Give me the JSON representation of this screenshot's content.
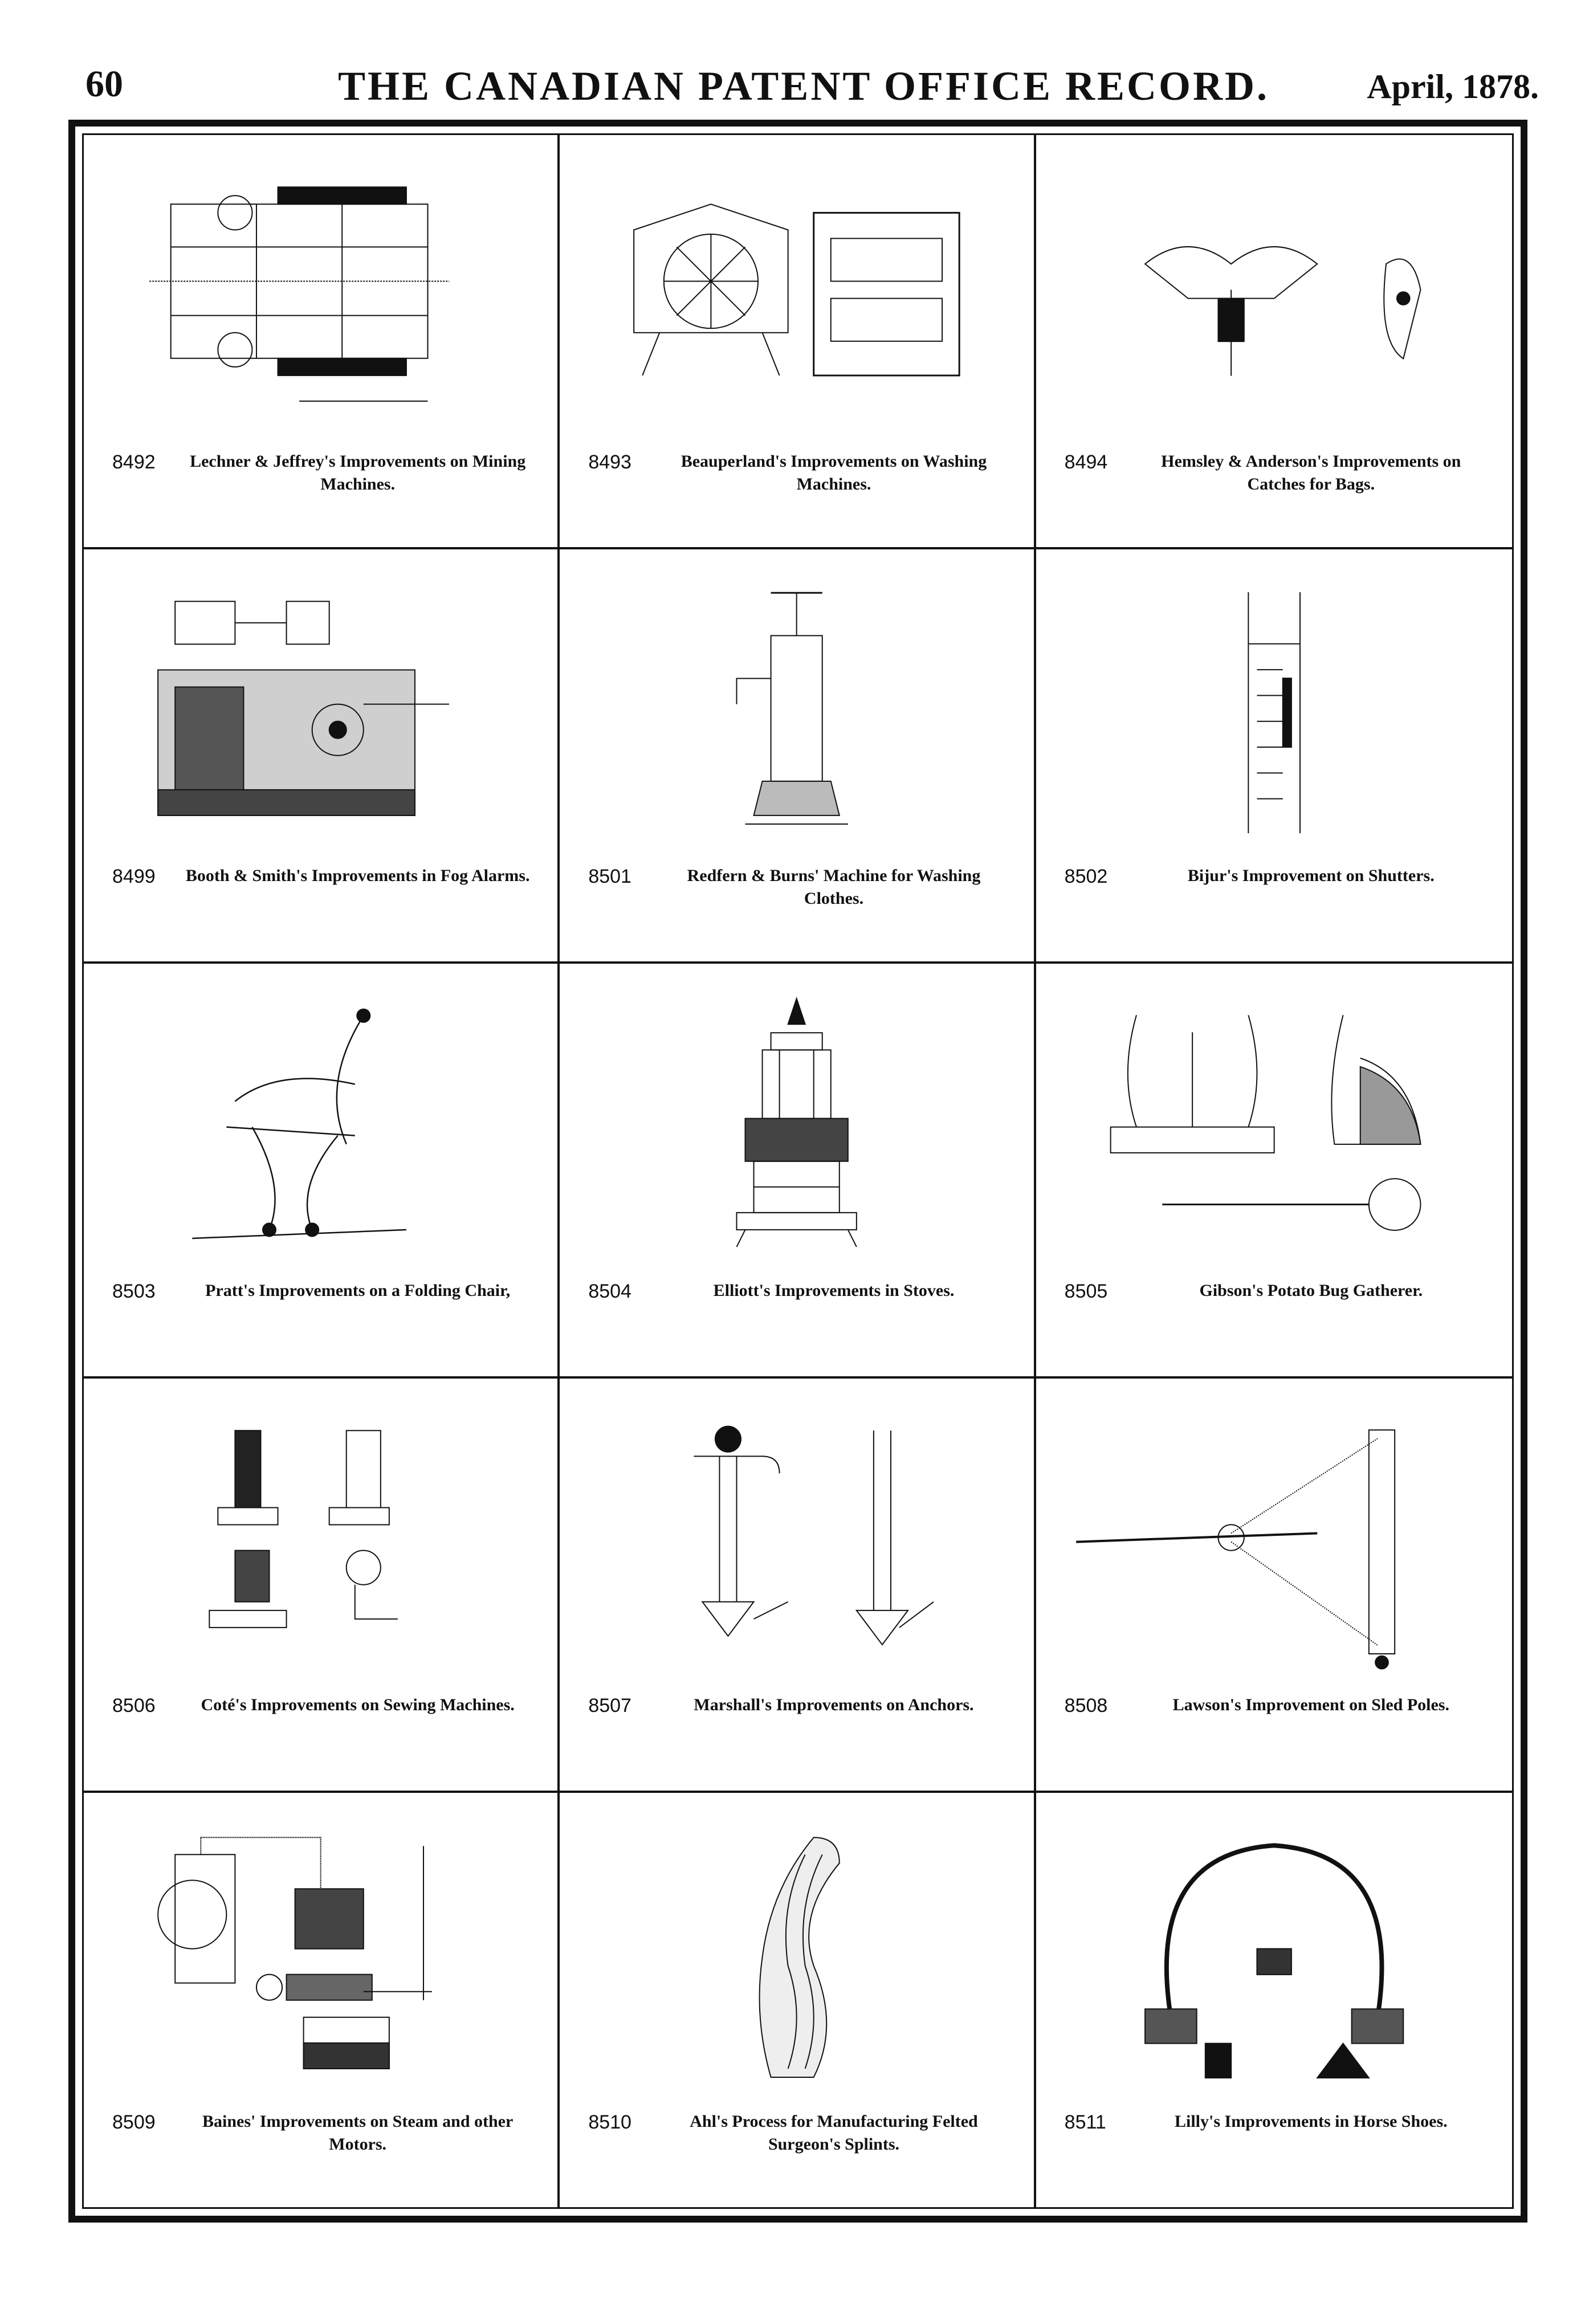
{
  "header": {
    "page_number": "60",
    "title": "THE CANADIAN PATENT OFFICE RECORD.",
    "date": "April, 1878."
  },
  "patents": [
    {
      "number": "8492",
      "title": "Lechner & Jeffrey's Improvements on Mining Machines."
    },
    {
      "number": "8493",
      "title": "Beauperland's Improvements on Washing Machines."
    },
    {
      "number": "8494",
      "title": "Hemsley & Anderson's Improvements on Catches for Bags."
    },
    {
      "number": "8499",
      "title": "Booth & Smith's Improvements in Fog Alarms."
    },
    {
      "number": "8501",
      "title": "Redfern & Burns' Machine for Washing Clothes."
    },
    {
      "number": "8502",
      "title": "Bijur's Improvement on Shutters."
    },
    {
      "number": "8503",
      "title": "Pratt's Improvements on a Folding Chair,"
    },
    {
      "number": "8504",
      "title": "Elliott's Improvements in Stoves."
    },
    {
      "number": "8505",
      "title": "Gibson's Potato Bug Gatherer."
    },
    {
      "number": "8506",
      "title": "Coté's Improvements on Sewing Machines."
    },
    {
      "number": "8507",
      "title": "Marshall's Improvements on Anchors."
    },
    {
      "number": "8508",
      "title": "Lawson's Improvement on Sled Poles."
    },
    {
      "number": "8509",
      "title": "Baines' Improvements on Steam and other Motors."
    },
    {
      "number": "8510",
      "title": "Ahl's Process for Manufacturing Felted Surgeon's Splints."
    },
    {
      "number": "8511",
      "title": "Lilly's Improvements in Horse Shoes."
    }
  ]
}
